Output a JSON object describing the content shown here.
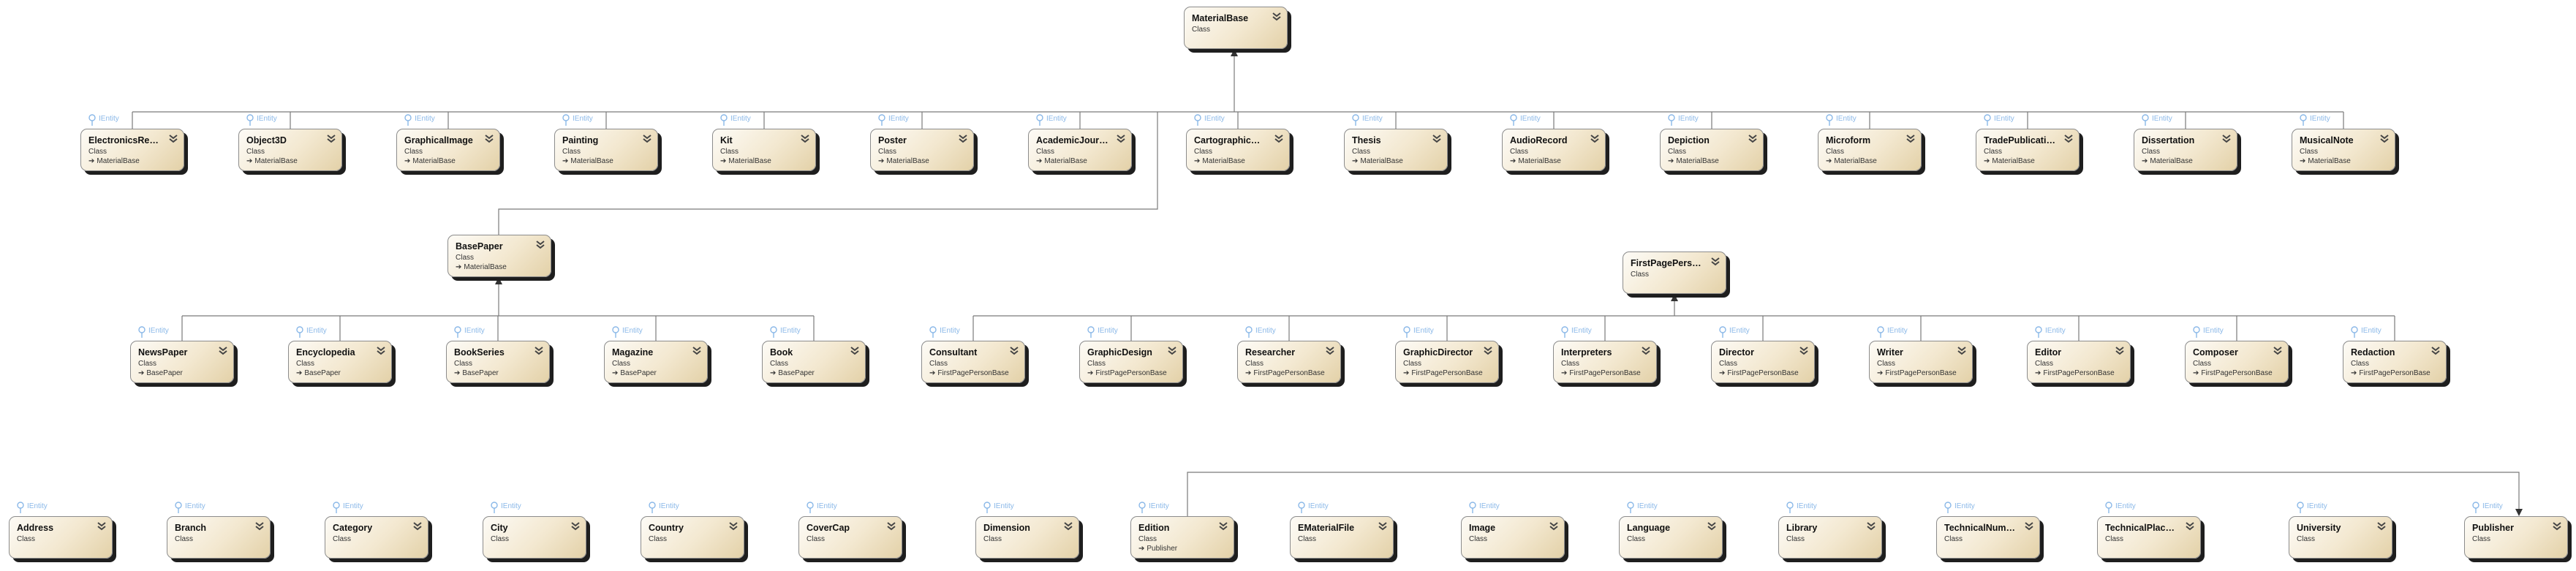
{
  "diagram": {
    "interface_label": "IEntity",
    "stereotype": "Class",
    "classes": [
      {
        "id": "MaterialBase",
        "name": "MaterialBase",
        "base": ""
      },
      {
        "id": "ElectronicsResource",
        "name": "ElectronicsReso...",
        "base": "MaterialBase"
      },
      {
        "id": "Object3D",
        "name": "Object3D",
        "base": "MaterialBase"
      },
      {
        "id": "GraphicalImage",
        "name": "GraphicalImage",
        "base": "MaterialBase"
      },
      {
        "id": "Painting",
        "name": "Painting",
        "base": "MaterialBase"
      },
      {
        "id": "Kit",
        "name": "Kit",
        "base": "MaterialBase"
      },
      {
        "id": "Poster",
        "name": "Poster",
        "base": "MaterialBase"
      },
      {
        "id": "AcademicJournal",
        "name": "AcademicJournal",
        "base": "MaterialBase"
      },
      {
        "id": "CartographicMaterial",
        "name": "CartographicMa...",
        "base": "MaterialBase"
      },
      {
        "id": "Thesis",
        "name": "Thesis",
        "base": "MaterialBase"
      },
      {
        "id": "AudioRecord",
        "name": "AudioRecord",
        "base": "MaterialBase"
      },
      {
        "id": "Depiction",
        "name": "Depiction",
        "base": "MaterialBase"
      },
      {
        "id": "Microform",
        "name": "Microform",
        "base": "MaterialBase"
      },
      {
        "id": "TradePublication",
        "name": "TradePublication",
        "base": "MaterialBase"
      },
      {
        "id": "Dissertation",
        "name": "Dissertation",
        "base": "MaterialBase"
      },
      {
        "id": "MusicalNote",
        "name": "MusicalNote",
        "base": "MaterialBase"
      },
      {
        "id": "BasePaper",
        "name": "BasePaper",
        "base": "MaterialBase"
      },
      {
        "id": "FirstPagePersonBase",
        "name": "FirstPagePerson...",
        "base": ""
      },
      {
        "id": "NewsPaper",
        "name": "NewsPaper",
        "base": "BasePaper"
      },
      {
        "id": "Encyclopedia",
        "name": "Encyclopedia",
        "base": "BasePaper"
      },
      {
        "id": "BookSeries",
        "name": "BookSeries",
        "base": "BasePaper"
      },
      {
        "id": "Magazine",
        "name": "Magazine",
        "base": "BasePaper"
      },
      {
        "id": "Book",
        "name": "Book",
        "base": "BasePaper"
      },
      {
        "id": "Consultant",
        "name": "Consultant",
        "base": "FirstPagePersonBase"
      },
      {
        "id": "GraphicDesign",
        "name": "GraphicDesign",
        "base": "FirstPagePersonBase"
      },
      {
        "id": "Researcher",
        "name": "Researcher",
        "base": "FirstPagePersonBase"
      },
      {
        "id": "GraphicDirector",
        "name": "GraphicDirector",
        "base": "FirstPagePersonBase"
      },
      {
        "id": "Interpreters",
        "name": "Interpreters",
        "base": "FirstPagePersonBase"
      },
      {
        "id": "Director",
        "name": "Director",
        "base": "FirstPagePersonBase"
      },
      {
        "id": "Writer",
        "name": "Writer",
        "base": "FirstPagePersonBase"
      },
      {
        "id": "Editor",
        "name": "Editor",
        "base": "FirstPagePersonBase"
      },
      {
        "id": "Composer",
        "name": "Composer",
        "base": "FirstPagePersonBase"
      },
      {
        "id": "Redaction",
        "name": "Redaction",
        "base": "FirstPagePersonBase"
      },
      {
        "id": "Address",
        "name": "Address",
        "base": ""
      },
      {
        "id": "Branch",
        "name": "Branch",
        "base": ""
      },
      {
        "id": "Category",
        "name": "Category",
        "base": ""
      },
      {
        "id": "City",
        "name": "City",
        "base": ""
      },
      {
        "id": "Country",
        "name": "Country",
        "base": ""
      },
      {
        "id": "CoverCap",
        "name": "CoverCap",
        "base": ""
      },
      {
        "id": "Dimension",
        "name": "Dimension",
        "base": ""
      },
      {
        "id": "Edition",
        "name": "Edition",
        "base": "Publisher"
      },
      {
        "id": "EMaterialFile",
        "name": "EMaterialFile",
        "base": ""
      },
      {
        "id": "Image",
        "name": "Image",
        "base": ""
      },
      {
        "id": "Language",
        "name": "Language",
        "base": ""
      },
      {
        "id": "Library",
        "name": "Library",
        "base": ""
      },
      {
        "id": "TechnicalNumber",
        "name": "TechnicalNumber",
        "base": ""
      },
      {
        "id": "TechnicalPlaceholder",
        "name": "TechnicalPlaceholder",
        "base": ""
      },
      {
        "id": "University",
        "name": "University",
        "base": ""
      },
      {
        "id": "Publisher",
        "name": "Publisher",
        "base": ""
      }
    ]
  }
}
